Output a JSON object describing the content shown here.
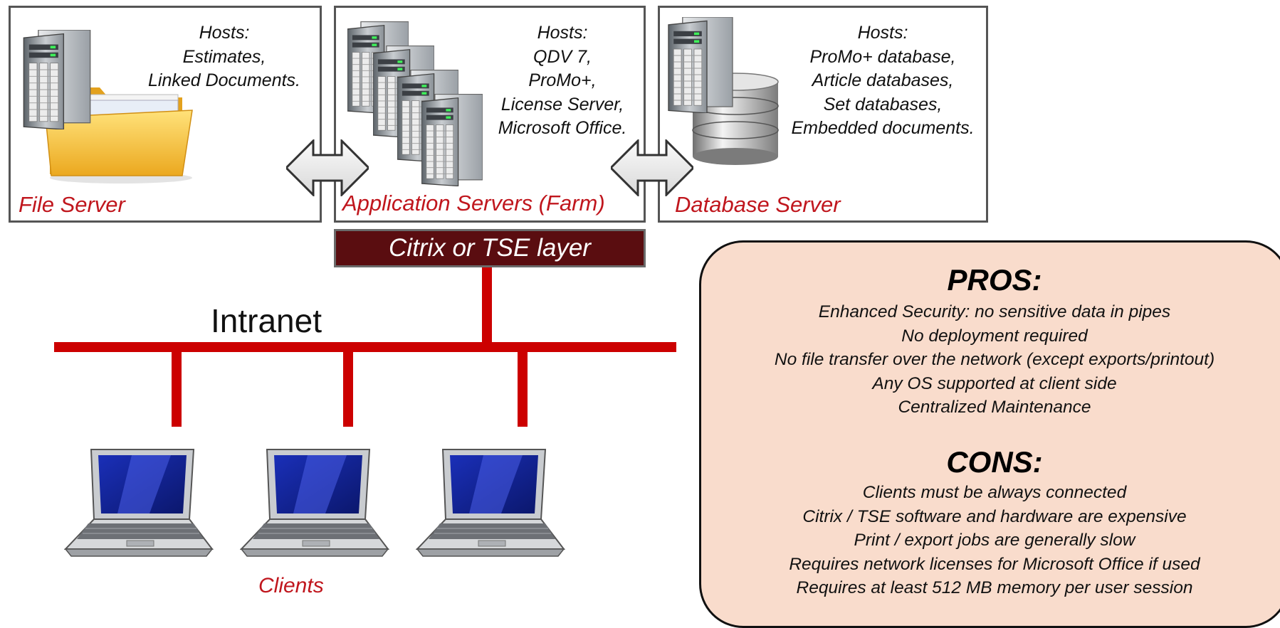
{
  "servers": {
    "file": {
      "label": "File Server",
      "hosts": [
        "Hosts:",
        "Estimates,",
        "Linked Documents."
      ]
    },
    "app": {
      "label": "Application Servers (Farm)",
      "hosts": [
        "Hosts:",
        "QDV 7,",
        "ProMo+,",
        "License Server,",
        "Microsoft Office."
      ]
    },
    "db": {
      "label": "Database Server",
      "hosts": [
        "Hosts:",
        "ProMo+ database,",
        "Article databases,",
        "Set databases,",
        "Embedded documents."
      ]
    }
  },
  "layer_label": "Citrix or TSE layer",
  "network_label": "Intranet",
  "clients_label": "Clients",
  "pros": {
    "title": "PROS:",
    "items": [
      "Enhanced Security: no sensitive data in pipes",
      "No deployment required",
      "No file transfer over the network (except exports/printout)",
      "Any OS supported at client side",
      "Centralized Maintenance"
    ]
  },
  "cons": {
    "title": "CONS:",
    "items": [
      "Clients must be always connected",
      "Citrix / TSE software and hardware are expensive",
      "Print / export jobs are generally slow",
      "Requires network licenses for Microsoft Office if used",
      "Requires at least 512 MB memory per user session"
    ]
  },
  "colors": {
    "accent_red": "#c0161d",
    "network_red": "#cc0000",
    "layer_bg": "#5a0d10",
    "panel_bg": "#f9dccc"
  }
}
